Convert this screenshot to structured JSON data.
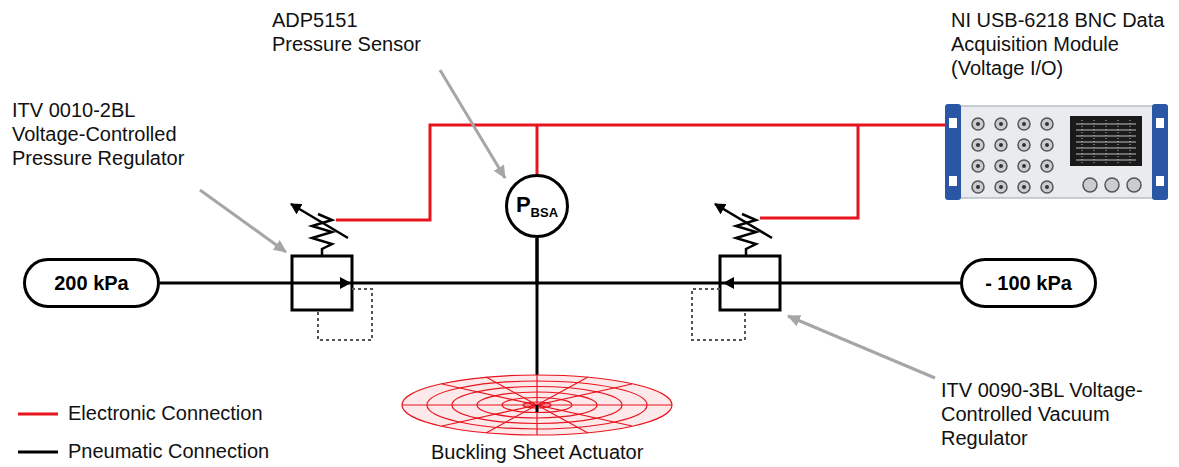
{
  "diagram": {
    "nodes": [
      {
        "text": [
          "200 kPa"
        ]
      },
      {
        "text": [
          "P",
          "BSA"
        ]
      },
      {
        "text": [
          "- 100 kPa"
        ]
      }
    ],
    "edges": [
      {
        "from": 0,
        "to": 1,
        "arrow": "none"
      },
      {
        "from": 2,
        "to": 1,
        "arrow": "none"
      }
    ],
    "labels": [
      "ADP5151 Pressure Sensor",
      "ITV 0010-2BL Voltage-Controlled Pressure Regulator",
      "NI USB-6218 BNC Data Acquisition Module (Voltage I/O)",
      "ITV 0090-3BL Voltage-Controlled Vacuum Regulator",
      "Buckling Sheet Actuator"
    ],
    "legend": [
      {
        "text": "Electronic Connection"
      },
      {
        "text": "Pneumatic Connection"
      }
    ]
  }
}
